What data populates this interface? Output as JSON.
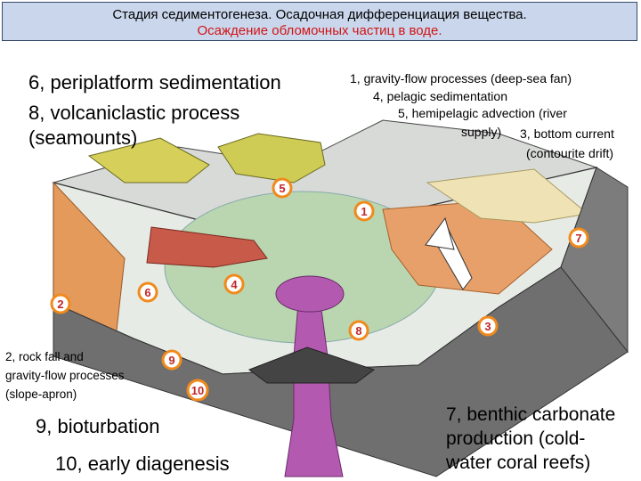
{
  "title": {
    "line1": "Стадия седиментогенеза. Осадочная дифференциация вещества.",
    "line2": "Осаждение обломочных частиц в воде."
  },
  "labels": {
    "l6": "6, periplatform sedimentation",
    "l8a": "8, volcaniclastic process",
    "l8b": "(seamounts)",
    "l1": "1, gravity-flow processes (deep-sea fan)",
    "l4": "4, pelagic sedimentation",
    "l5a": "5, hemipelagic advection (river",
    "l5b": "supply)",
    "l3a": "3, bottom current",
    "l3b": "(contourite drift)",
    "l2a": "2, rock fall and",
    "l2b": "gravity-flow processes",
    "l2c": "(slope-apron)",
    "l9": "9, bioturbation",
    "l10": "10, early diagenesis",
    "l7a": "7, benthic carbonate",
    "l7b": "production (cold-",
    "l7c": "water coral reefs)"
  },
  "markers": [
    "1",
    "2",
    "3",
    "4",
    "5",
    "6",
    "7",
    "8",
    "9",
    "10"
  ],
  "colors": {
    "title_bg": "#c9d6ec",
    "title_red": "#d21414",
    "marker_ring": "#f08a1c",
    "marker_num": "#c0282a",
    "block_side": "#7c7c7c",
    "volcano": "#b35ab0"
  }
}
